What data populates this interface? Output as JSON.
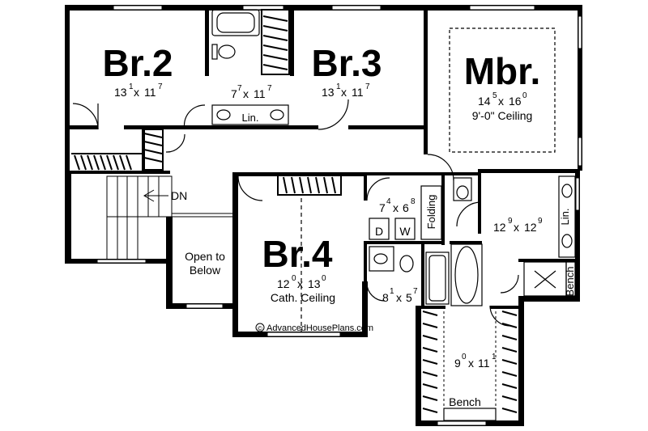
{
  "rooms": {
    "br2": {
      "name": "Br.2",
      "w": "13",
      "wf": "1",
      "h": "11",
      "hf": "7"
    },
    "br3": {
      "name": "Br.3",
      "w": "13",
      "wf": "1",
      "h": "11",
      "hf": "7"
    },
    "mbr": {
      "name": "Mbr.",
      "w": "14",
      "wf": "5",
      "h": "16",
      "hf": "0",
      "note": "9'-0\" Ceiling"
    },
    "br4": {
      "name": "Br.4",
      "w": "12",
      "wf": "0",
      "h": "13",
      "hf": "0",
      "note": "Cath. Ceiling"
    },
    "bath1": {
      "w": "7",
      "wf": "7",
      "h": "11",
      "hf": "7"
    },
    "laundry": {
      "w": "7",
      "wf": "4",
      "h": "6",
      "hf": "8"
    },
    "bath2": {
      "w": "8",
      "wf": "1",
      "h": "5",
      "hf": "7"
    },
    "mbath": {
      "w": "12",
      "wf": "9",
      "h": "12",
      "hf": "9"
    },
    "wic": {
      "w": "9",
      "wf": "0",
      "h": "11",
      "hf": "1"
    }
  },
  "labels": {
    "lin1": "Lin.",
    "lin2": "Lin.",
    "folding": "Folding",
    "dryer": "D",
    "washer": "W",
    "dn": "DN",
    "open1": "Open to",
    "open2": "Below",
    "bench_v": "Bench",
    "bench_h": "Bench",
    "watermark": "AdvancedHousePlans.com",
    "copyright": "©"
  }
}
